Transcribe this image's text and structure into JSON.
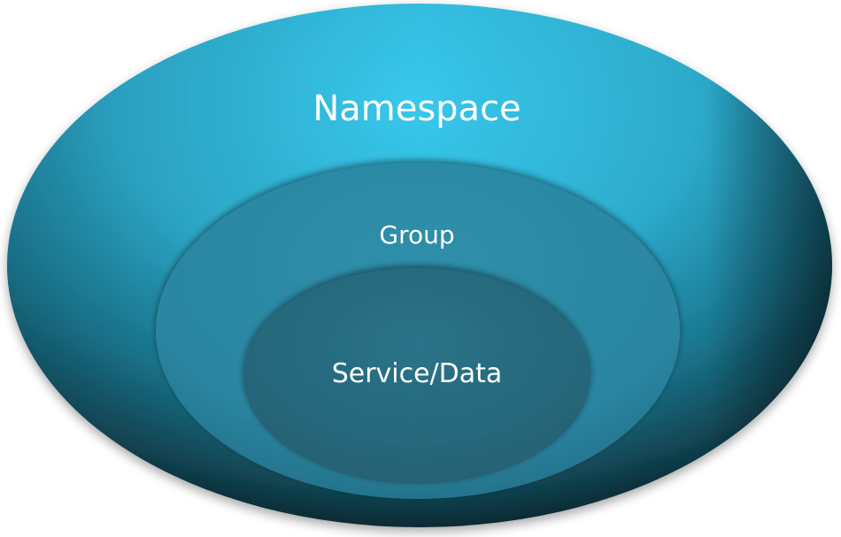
{
  "diagram": {
    "layers": [
      {
        "id": "namespace",
        "label": "Namespace"
      },
      {
        "id": "group",
        "label": "Group"
      },
      {
        "id": "service-data",
        "label": "Service/Data"
      }
    ]
  },
  "colors": {
    "outer_light": "#3cc6ea",
    "outer_dark": "#0e2f3a",
    "middle": "#2e8ca8",
    "inner": "#286f86",
    "text": "#ffffff"
  }
}
